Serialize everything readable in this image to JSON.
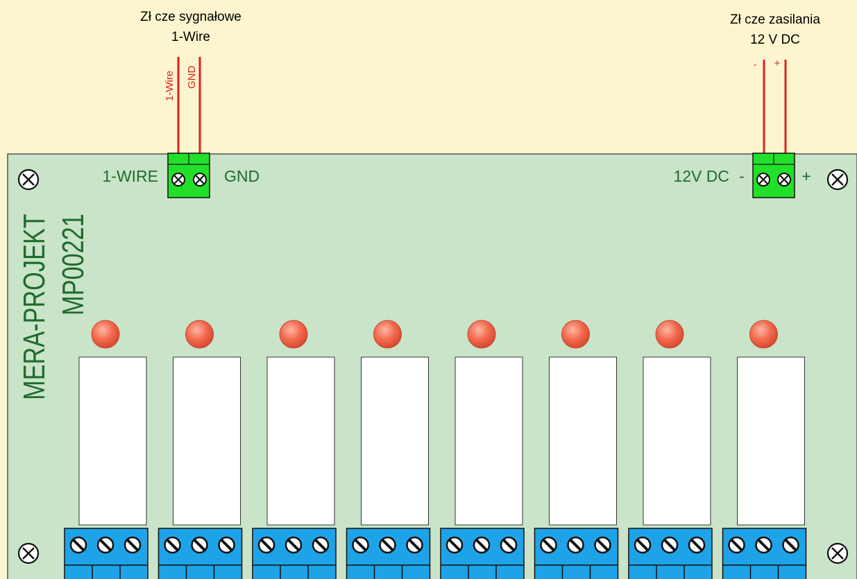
{
  "signal_connector": {
    "caption_line1": "Zł  cze sygnałowe",
    "caption_line2": "1-Wire",
    "wire_labels": [
      "1-Wire",
      "GND"
    ],
    "board_left_label": "1-WIRE",
    "board_right_label": "GND"
  },
  "power_connector": {
    "caption_line1": "Zł  cze zasilania",
    "caption_line2": "12 V DC",
    "wire_labels": [
      "-",
      "+"
    ],
    "board_left_label": "12V DC",
    "polarity_minus": "-",
    "polarity_plus": "+"
  },
  "board": {
    "brand_line1": "MERA-PROJEKT",
    "brand_line2": "MP00221",
    "relay_channels": 8
  },
  "colors": {
    "background": "#fdf5cf",
    "board_fill": "#c9e4c8",
    "board_text": "#1f6b2e",
    "wire": "#e02020",
    "signal_terminal": "#22e02a",
    "output_terminal": "#1ea3e8",
    "led": "#f26a4f",
    "relay": "#ffffff"
  },
  "icons": {
    "mounting_hole": "crossed-circle-icon",
    "terminal_screw": "screw-icon",
    "led": "led-icon",
    "relay": "relay-icon"
  }
}
